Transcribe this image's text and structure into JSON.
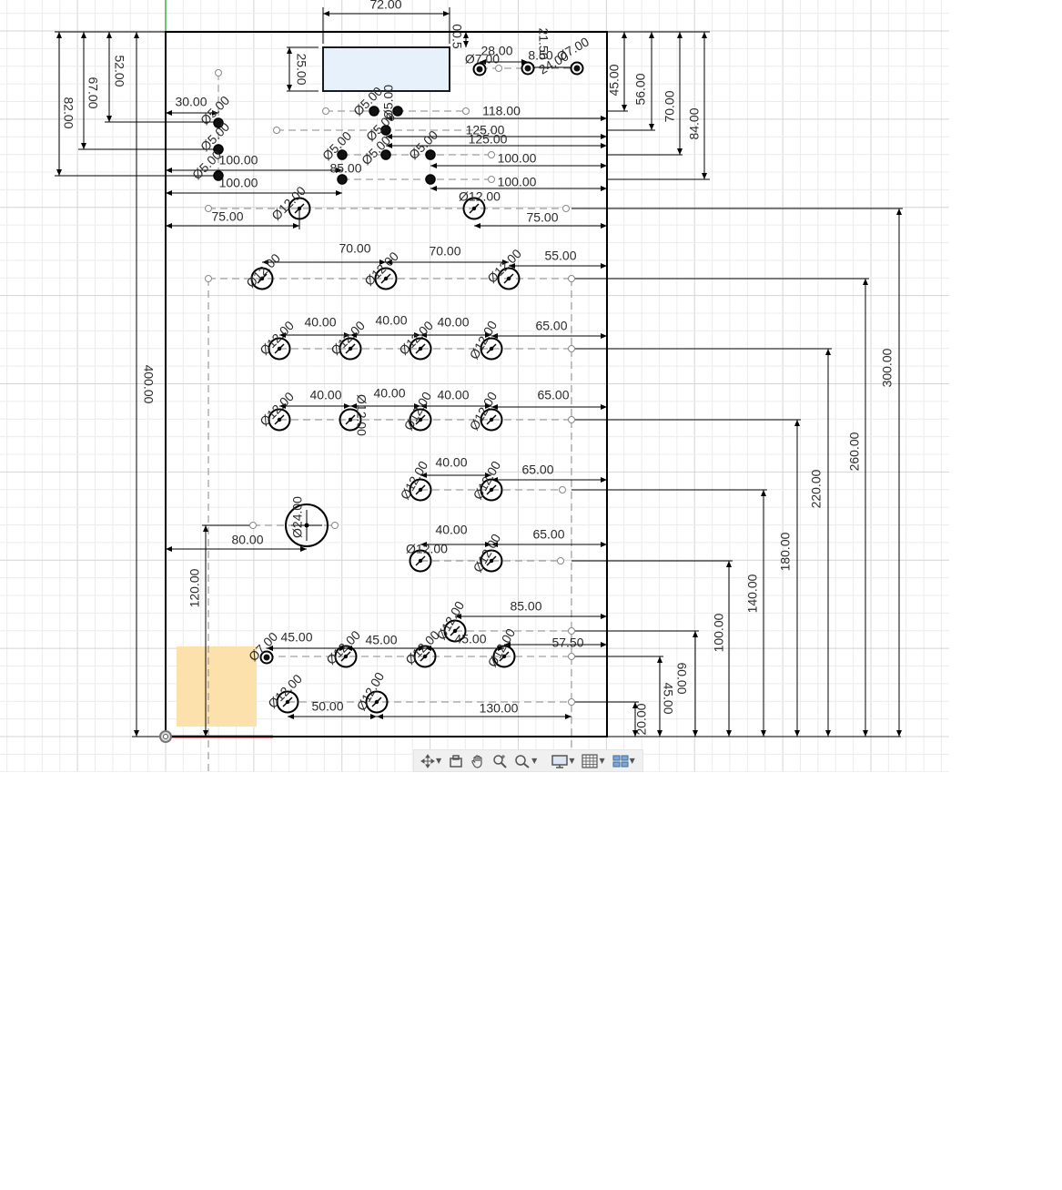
{
  "colors": {
    "grid_minor": "#ececec",
    "grid_major": "#d4d4d4",
    "x_axis": "#e03030",
    "y_axis": "#3cb043",
    "text": "#2a2a2a",
    "rect_fill": "#e6f1fb",
    "rect_stroke": "#1a1a1a",
    "highlight": "#fde1ad",
    "toolbar_bg": "#f0f0f0"
  },
  "dimensions": {
    "d72": "72.00",
    "d25": "25.00",
    "d005": "00.5",
    "d21_50": "21.50",
    "d28": "28.00",
    "dia7_a": "Ø7.00",
    "d8_50": "8.50",
    "d24": "24.00",
    "dia7_b": "Ø7.00",
    "d45_top": "45.00",
    "d56": "56.00",
    "d70_right": "70.00",
    "d84": "84.00",
    "d52": "52.00",
    "d67": "67.00",
    "d82": "82.00",
    "d30": "30.00",
    "dia5_a": "Ø5.00",
    "dia5_b": "Ø5.00",
    "dia5_c": "Ø5.00",
    "d100_l1": "100.00",
    "d100_l2": "100.00",
    "dia5_d": "Ø5.00",
    "dia5_e": "Ø5.00",
    "dia5_f": "Ø5.00",
    "d118": "118.00",
    "d125_a": "125.00",
    "d125_b": "125.00",
    "dia5_g": "Ø5.00",
    "d85_small": "85.00",
    "dia5_h": "Ø5.00",
    "dia5_i": "Ø5.00",
    "d100_r1": "100.00",
    "d100_r2": "100.00",
    "dia12_r1a": "Ø12.00",
    "dia12_r1b": "Ø12.00",
    "d75_l": "75.00",
    "d75_r": "75.00",
    "d70_a": "70.00",
    "d70_b": "70.00",
    "d55": "55.00",
    "dia12_r2a": "Ø12.00",
    "dia12_r2b": "Ø12.00",
    "dia12_r2c": "Ø12.00",
    "r3_d40a": "40.00",
    "r3_d40b": "40.00",
    "r3_d40c": "40.00",
    "r3_d65": "65.00",
    "r3_dia_a": "Ø12.00",
    "r3_dia_b": "Ø12.00",
    "r3_dia_c": "Ø12.00",
    "r3_dia_d": "Ø12.00",
    "r4_d40a": "40.00",
    "r4_d40b": "40.00",
    "r4_d40c": "40.00",
    "r4_d65": "65.00",
    "r4_dia_a": "Ø12.00",
    "r4_dia_b": "Ø12.00",
    "r4_dia_c": "Ø12.00",
    "r4_dia_d": "Ø12.00",
    "r5_d40": "40.00",
    "r5_d65": "65.00",
    "r5_dia_a": "Ø12.00",
    "r5_dia_b": "Ø12.00",
    "dia24": "Ø24.00",
    "d80": "80.00",
    "r6_d40": "40.00",
    "r6_d65": "65.00",
    "r6_dia_a": "Ø12.00",
    "r6_dia_b": "Ø12.00",
    "d120": "120.00",
    "d85": "85.00",
    "dia12_r7": "Ø12.00",
    "dia7_c": "Ø7.00",
    "d45_a": "45.00",
    "d45_b": "45.00",
    "d45_c": "45.00",
    "d57_50": "57.50",
    "r8_dia_a": "Ø12.00",
    "r8_dia_b": "Ø12.00",
    "r8_dia_c": "Ø12.00",
    "r9_dia_a": "Ø12.00",
    "r9_dia_b": "Ø12.00",
    "d50": "50.00",
    "d130": "130.00",
    "d400": "400.00",
    "d20": "20.00",
    "d45_v": "45.00",
    "d60": "60.00",
    "d100_v": "100.00",
    "d140": "140.00",
    "d180": "180.00",
    "d220": "220.00",
    "d260": "260.00",
    "d300": "300.00"
  },
  "toolbar": {
    "items": [
      {
        "name": "orbit",
        "icon": "orbit-icon",
        "has_menu": true
      },
      {
        "name": "look-at",
        "icon": "look-at-icon",
        "has_menu": false
      },
      {
        "name": "pan",
        "icon": "pan-hand-icon",
        "has_menu": false
      },
      {
        "name": "zoom",
        "icon": "zoom-icon",
        "has_menu": false
      },
      {
        "name": "fit",
        "icon": "zoom-window-icon",
        "has_menu": true
      },
      {
        "name": "display-settings",
        "icon": "display-settings-icon",
        "has_menu": true
      },
      {
        "name": "grid-snaps",
        "icon": "grid-icon",
        "has_menu": true
      },
      {
        "name": "viewports",
        "icon": "viewports-icon",
        "has_menu": true
      }
    ]
  }
}
